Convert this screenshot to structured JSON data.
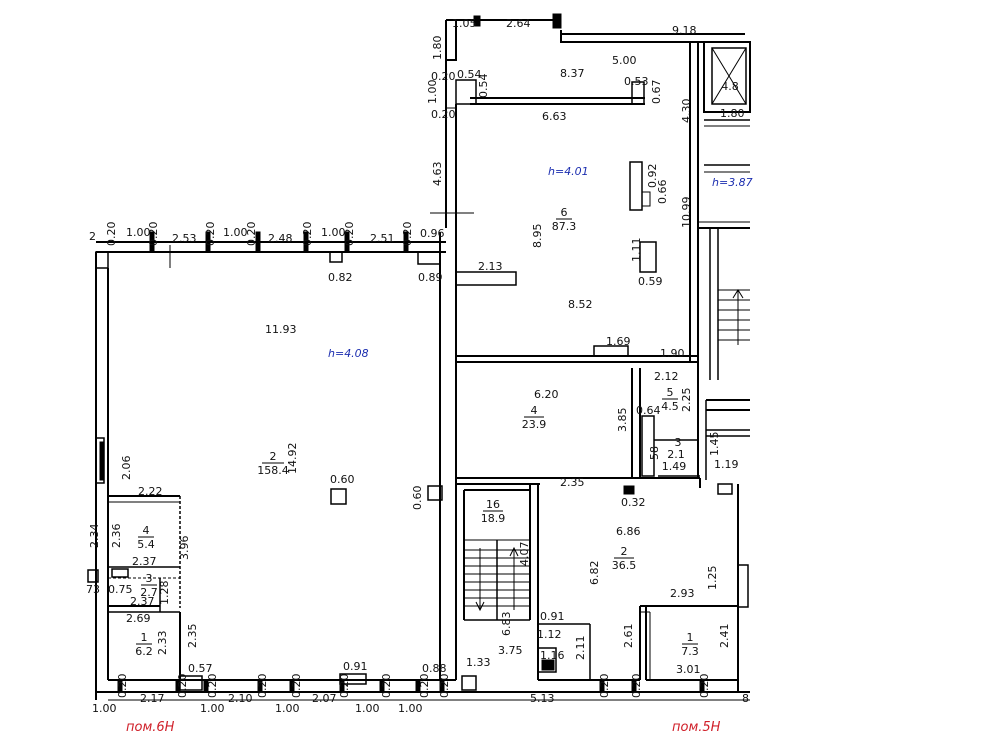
{
  "ceiling_heights": {
    "upper_room": "h=4.01",
    "main_hall": "h=4.08",
    "right_block": "h=3.87"
  },
  "premises_labels": {
    "left": "пом.6Н",
    "right": "пом.5Н"
  },
  "rooms": {
    "hall_6H": {
      "number": "2",
      "area": "158.4"
    },
    "room_upper": {
      "number": "6",
      "area": "87.3"
    },
    "room_mid": {
      "number": "4",
      "area": "23.9"
    },
    "room_5": {
      "number": "5",
      "area": "4.5"
    },
    "room_3_small": {
      "number": "3",
      "area": "2.1"
    },
    "room_stair": {
      "number": "16",
      "area": "18.9"
    },
    "room_5H_main": {
      "number": "2",
      "area": "36.5"
    },
    "room_5H_1": {
      "number": "1",
      "area": "7.3"
    },
    "room_6H_4": {
      "number": "4",
      "area": "5.4"
    },
    "room_6H_3": {
      "number": "3",
      "area": "2.7"
    },
    "room_6H_1": {
      "number": "1",
      "area": "6.2"
    },
    "room_shaft": {
      "number": "",
      "area": "4.8"
    }
  },
  "dims": {
    "d105": "1.05",
    "d264": "2.64",
    "d918": "9.18",
    "d180a": "1.80",
    "d020a": "0.20",
    "d054": "0.54",
    "d837": "8.37",
    "d500": "5.00",
    "d053": "0.53",
    "d067": "0.67",
    "d100a": "1.00",
    "d054b": "0.54",
    "d663": "6.63",
    "d430": "4.30",
    "d020b": "0.20",
    "d463": "4.63",
    "d180b": "1.80",
    "d092": "0.92",
    "d066": "0.66",
    "d895": "8.95",
    "d1099": "10.99",
    "d111": "1.11",
    "d059": "0.59",
    "d852": "8.52",
    "d213": "2.13",
    "d169": "1.69",
    "d190": "1.90",
    "top2": "2",
    "t020a": "0.20",
    "t100a": "1.00",
    "t020b": "0.20",
    "t253": "2.53",
    "t020c": "0.20",
    "t100b": "1.00",
    "t020d": "0.20",
    "t248": "2.48",
    "t020e": "0.20",
    "t100c": "1.00",
    "t020f": "0.20",
    "t251": "2.51",
    "t020g": "0.20",
    "t096": "0.96",
    "t082": "0.82",
    "t089": "0.89",
    "d1193": "11.93",
    "d1492": "14.92",
    "d060a": "0.60",
    "d060b": "0.60",
    "d206": "2.06",
    "d222": "2.22",
    "d234": "2.34",
    "d236": "2.36",
    "d237a": "2.37",
    "d396": "3.96",
    "d073": "73",
    "d075": "0.75",
    "d128": "1.28",
    "d237b": "2.37",
    "d269": "2.69",
    "d233": "2.33",
    "d235": "2.35",
    "d057": "0.57",
    "d091a": "0.91",
    "d088": "0.88",
    "b100a": "1.00",
    "b020a": "0.20",
    "b217": "2.17",
    "b020b": "0.20",
    "b210": "2.10",
    "b020c": "0.20",
    "b207": "2.07",
    "b020d": "0.20",
    "b100b": "1.00",
    "b020e": "0.20",
    "b020f": "0.20",
    "b100c": "1.00",
    "b020g": "0.20",
    "b020h": "0.20",
    "b100d": "1.00",
    "b020i": "0.20",
    "b020j": "0.20",
    "d620": "6.20",
    "d212": "2.12",
    "d225": "2.25",
    "d385": "3.85",
    "d064": "0.64",
    "d058": "58",
    "d145": "1.45",
    "d119": "1.19",
    "d235b": "2.35",
    "d032": "0.32",
    "d686": "6.86",
    "d682": "6.82",
    "d407": "4.07",
    "d125": "1.25",
    "d293": "2.93",
    "d683": "6.83",
    "d091b": "0.91",
    "d112": "1.12",
    "d261": "2.61",
    "d211": "2.11",
    "d241": "2.41",
    "d133": "1.33",
    "d375": "3.75",
    "d116": "1.16",
    "d301": "3.01",
    "d513": "5.13",
    "b020k": "0.20",
    "b020l": "0.20",
    "b8": "8"
  }
}
